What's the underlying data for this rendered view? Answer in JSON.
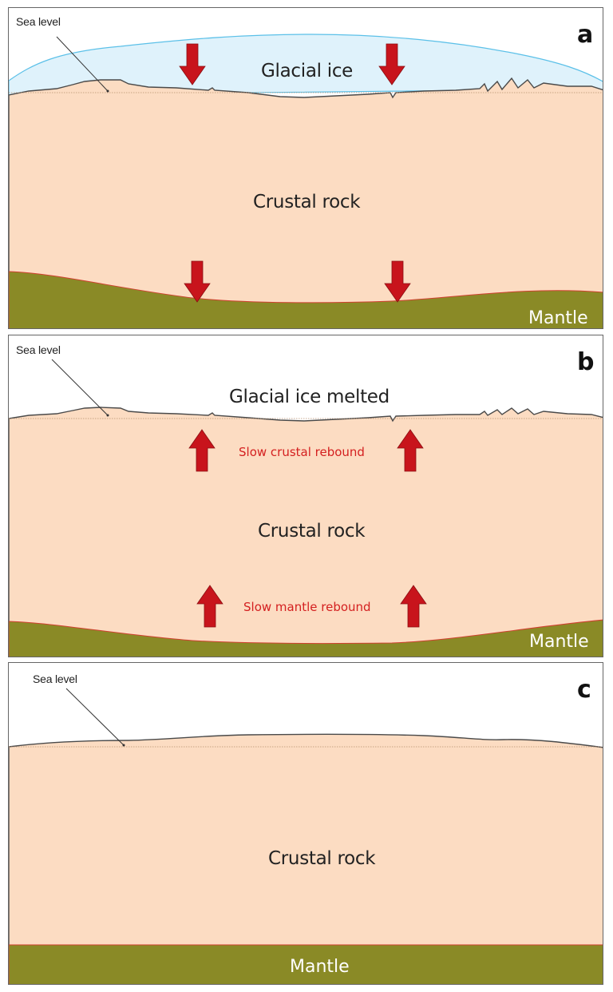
{
  "panels": {
    "a": {
      "letter": "a",
      "sea_level": "Sea level",
      "ice": "Glacial ice",
      "crust": "Crustal rock",
      "mantle": "Mantle"
    },
    "b": {
      "letter": "b",
      "sea_level": "Sea level",
      "ice_melted": "Glacial ice melted",
      "crustal_rebound": "Slow crustal rebound",
      "crust": "Crustal rock",
      "mantle_rebound": "Slow mantle rebound",
      "mantle": "Mantle"
    },
    "c": {
      "letter": "c",
      "sea_level": "Sea level",
      "crust": "Crustal rock",
      "mantle": "Mantle"
    }
  },
  "colors": {
    "crust": "#fcdcc2",
    "ice": "#dff2fb",
    "ice_outline": "#5bc0e8",
    "mantle": "#8a8a26",
    "arrow": "#c8141c",
    "surface": "#4a4a4a"
  }
}
